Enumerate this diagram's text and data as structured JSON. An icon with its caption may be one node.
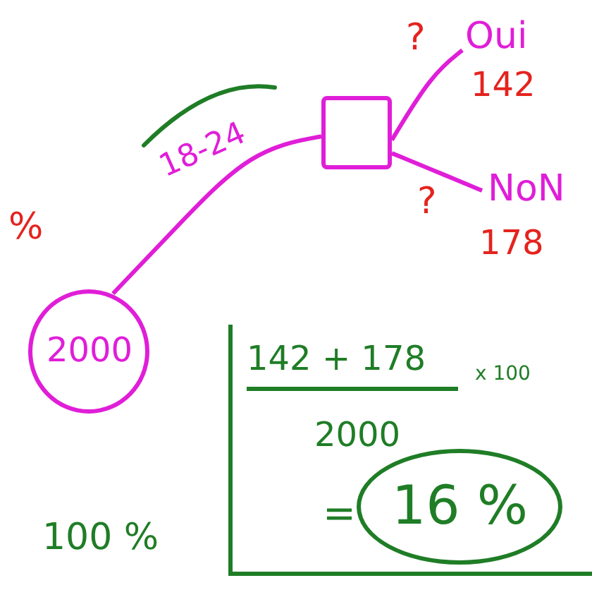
{
  "diagram": {
    "nodes": [
      {
        "text": [
          "2000"
        ]
      },
      {
        "text": [],
        "shape": "box"
      },
      {
        "text": [
          "Oui"
        ],
        "beside": [
          "142"
        ]
      },
      {
        "text": [
          "NoN"
        ],
        "beside": [
          "178"
        ]
      },
      {
        "text": [
          "142 + 178",
          "x 100",
          "2000",
          "="
        ]
      },
      {
        "text": [
          "16 %"
        ],
        "in": 4
      }
    ],
    "edges": [
      {
        "from": 0,
        "to": 1,
        "arrow": "none",
        "label": "18-24"
      },
      {
        "from": 1,
        "to": 2,
        "arrow": "none"
      },
      {
        "from": 1,
        "to": 3,
        "arrow": "none"
      }
    ],
    "labels": [
      "?",
      "?",
      "%",
      "100 %"
    ]
  }
}
